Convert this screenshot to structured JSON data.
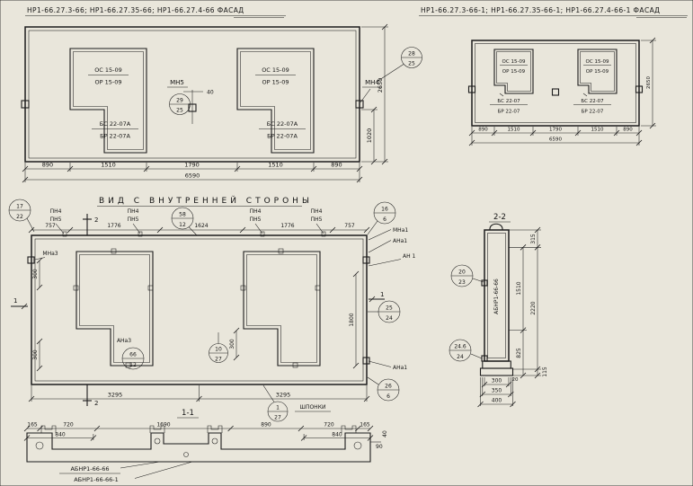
{
  "colors": {
    "paper": "#e9e6db",
    "ink": "#1c1c1c"
  },
  "facadeLeft": {
    "title": "НР1-66.27.3-66; НР1-66.27.35-66; НР1-66.27.4-66   ФАСАД",
    "os": "ОС 15-09",
    "or": "ОР 15-09",
    "bs": "БС 22-07А",
    "br": "БР 22-07А",
    "mn5": "МН5",
    "mn4": "МН4",
    "cMn5": {
      "t": "29",
      "b": "25"
    },
    "cMn4": {
      "t": "28",
      "b": "25"
    },
    "dim40": "40",
    "dims": [
      "890",
      "1510",
      "1790",
      "1510",
      "890"
    ],
    "total": "6590",
    "height": "2650",
    "sill": "1020"
  },
  "facadeRight": {
    "title": "НР1-66.27.3-66-1; НР1-66.27.35-66-1; НР1-66.27.4-66-1   ФАСАД",
    "os": "ОС 15-09",
    "or": "ОР 15-09",
    "bs": "БС 22-07",
    "br": "БР 22-07",
    "dims": [
      "890",
      "1510",
      "1790",
      "1510",
      "890"
    ],
    "total": "6590",
    "height": "2650"
  },
  "innerView": {
    "title": "ВИД С ВНУТРЕННЕЙ СТОРОНЫ",
    "c17": {
      "t": "17",
      "b": "22"
    },
    "c58": {
      "t": "58",
      "b": "12"
    },
    "c16": {
      "t": "16",
      "b": "6"
    },
    "c66": {
      "t": "66",
      "b": "12"
    },
    "c10": {
      "t": "10",
      "b": "27"
    },
    "c25": {
      "t": "25",
      "b": "24"
    },
    "c26": {
      "t": "26",
      "b": "6"
    },
    "c1": {
      "t": "1",
      "b": "27"
    },
    "pn4": "ПН4",
    "pn5": "ПН5",
    "topDims": [
      "757",
      "1776",
      "1624",
      "1776",
      "757"
    ],
    "mna1": "МНа1",
    "ana1": "АНа1",
    "an1": "АН 1",
    "mna3": "МНа3",
    "ana3": "АНа3",
    "d300": "300",
    "d1800": "1800",
    "bottomDims": [
      "3295",
      "3295"
    ],
    "shponki": "ШПОНКИ",
    "sec2": "2",
    "sec1": "1"
  },
  "section22": {
    "title": "2-2",
    "label": "АБНР1-66-66",
    "c20": {
      "t": "20",
      "b": "23"
    },
    "c24": {
      "t": "24.6",
      "b": "24"
    },
    "d315": "315",
    "d1510": "1510",
    "d2220": "2220",
    "d825": "825",
    "d20": "20",
    "d115": "115",
    "d300": "300",
    "d350": "350",
    "d400": "400"
  },
  "section11": {
    "title": "1-1",
    "dimsTop": [
      "165",
      "720",
      "1690",
      "890",
      "720",
      "165"
    ],
    "d840": "840",
    "d90": "90",
    "d40": "40",
    "label1": "АБНР1-66-66",
    "label2": "АБНР1-66-66-1"
  }
}
